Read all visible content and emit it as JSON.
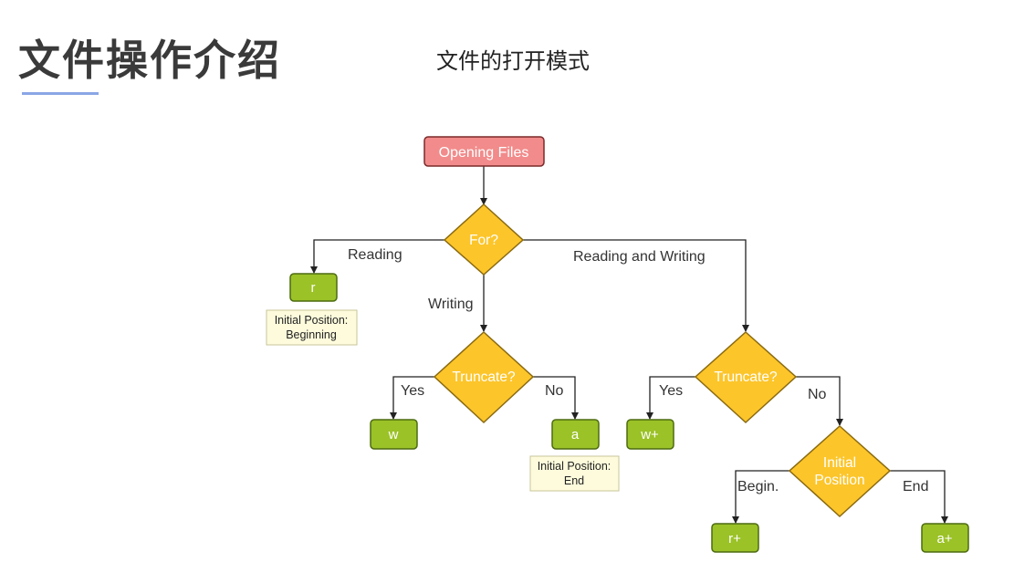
{
  "header": {
    "title": "文件操作介绍",
    "subtitle": "文件的打开模式"
  },
  "flow": {
    "start": "Opening Files",
    "decision_for": "For?",
    "edge_reading": "Reading",
    "edge_writing": "Writing",
    "edge_reading_writing": "Reading and Writing",
    "mode_r": "r",
    "note_r_line1": "Initial Position:",
    "note_r_line2": "Beginning",
    "decision_truncate_w": "Truncate?",
    "yes_w": "Yes",
    "no_w": "No",
    "mode_w": "w",
    "mode_a": "a",
    "note_a_line1": "Initial Position:",
    "note_a_line2": "End",
    "decision_truncate_rw": "Truncate?",
    "yes_rw": "Yes",
    "no_rw": "No",
    "mode_wplus": "w+",
    "decision_initial_line1": "Initial",
    "decision_initial_line2": "Position",
    "edge_begin": "Begin.",
    "edge_end": "End",
    "mode_rplus": "r+",
    "mode_aplus": "a+"
  },
  "colors": {
    "start": "#f28b8b",
    "mode": "#9bc227",
    "decision": "#fcc52a",
    "note": "#fdfbdc"
  }
}
